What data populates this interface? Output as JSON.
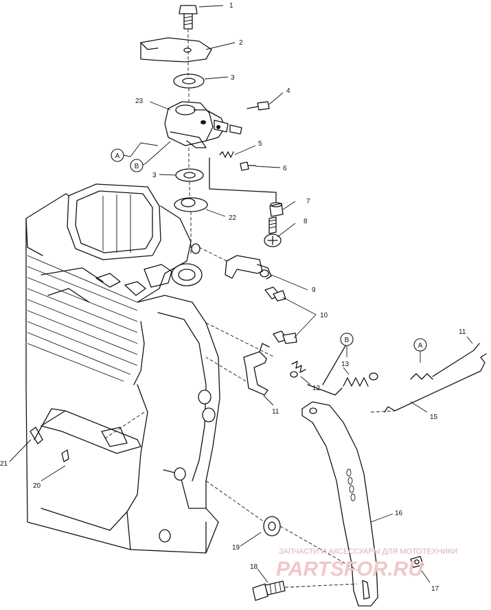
{
  "diagram": {
    "part_callouts": [
      "1",
      "2",
      "3",
      "4",
      "23",
      "5",
      "6",
      "3",
      "22",
      "7",
      "8",
      "9",
      "10",
      "12",
      "11",
      "13",
      "15",
      "21",
      "20",
      "16",
      "19",
      "18",
      "17"
    ],
    "ref_markers": {
      "a_left": "A",
      "b_left": "B",
      "b_right": "B",
      "a_right": "A",
      "eleven_right": "11"
    }
  },
  "watermark": {
    "caption": "ЗАПЧАСТИ И АКСЕССУАРЫ ДЛЯ МОТОТЕХНИКИ",
    "logo": "PARTSFOR.RU"
  }
}
